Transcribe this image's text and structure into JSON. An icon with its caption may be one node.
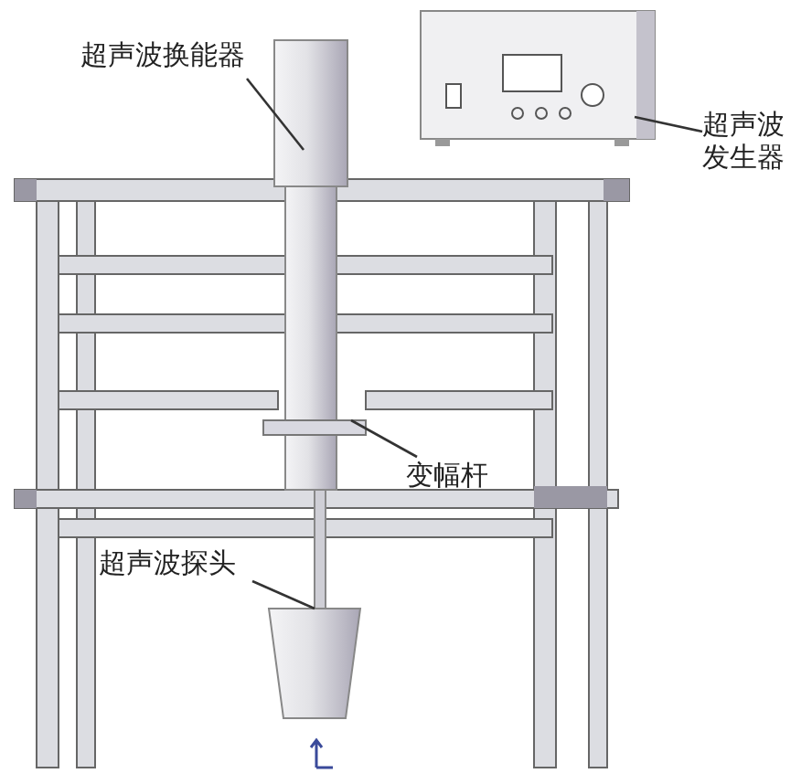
{
  "diagram": {
    "nodes": [
      {
        "text": [
          "超声波换能器"
        ]
      },
      {
        "text": [],
        "shape": "cylinder"
      },
      {
        "text": [
          "超声波发生器"
        ]
      },
      {
        "text": [],
        "shape": "box"
      },
      {
        "text": [
          "变幅杆"
        ]
      },
      {
        "text": [],
        "shape": "bar"
      },
      {
        "text": [
          "超声波探头"
        ]
      },
      {
        "text": [],
        "shape": "cone"
      }
    ],
    "edges": [
      {
        "from": 0,
        "to": 1,
        "arrow": "none"
      },
      {
        "from": 2,
        "to": 3,
        "arrow": "none"
      },
      {
        "from": 4,
        "to": 5,
        "arrow": "none"
      },
      {
        "from": 6,
        "to": 7,
        "arrow": "none"
      }
    ]
  }
}
